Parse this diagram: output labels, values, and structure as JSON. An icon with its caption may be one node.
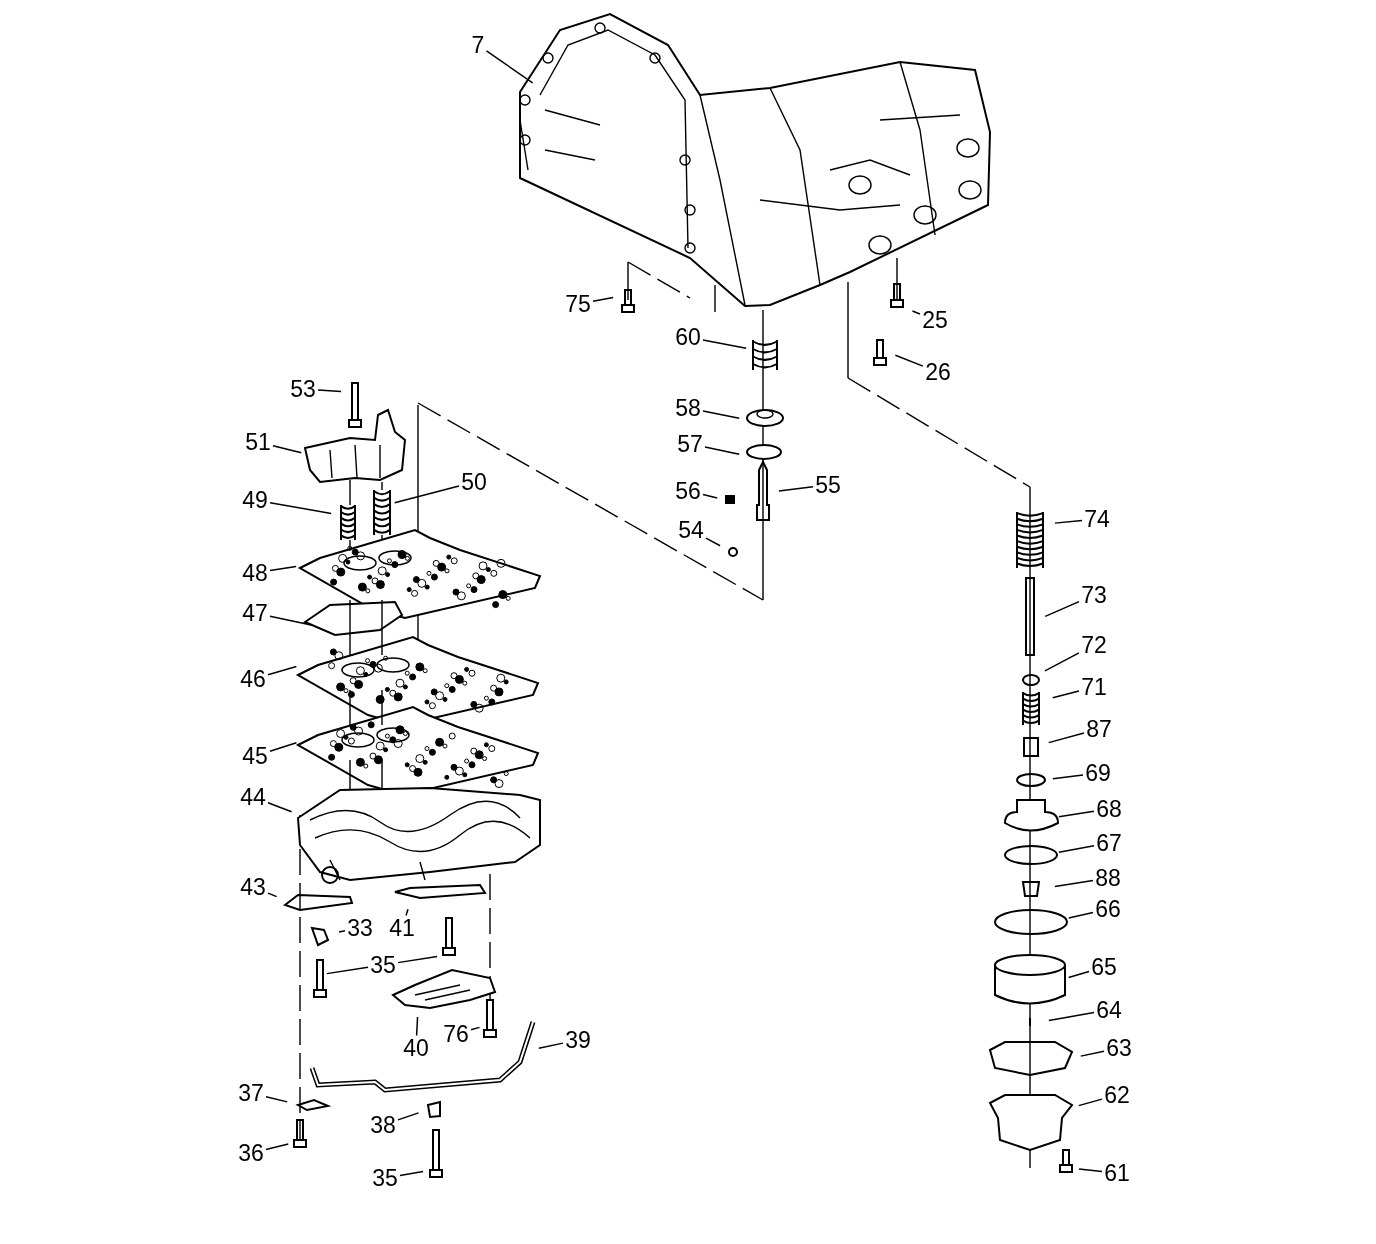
{
  "diagram": {
    "nodes": [
      {
        "text": [
          "7"
        ]
      },
      {
        "text": [
          "75"
        ]
      },
      {
        "text": [
          "25"
        ]
      },
      {
        "text": [
          "60"
        ]
      },
      {
        "text": [
          "26"
        ]
      },
      {
        "text": [
          "53"
        ]
      },
      {
        "text": [
          "58"
        ]
      },
      {
        "text": [
          "51"
        ]
      },
      {
        "text": [
          "57"
        ]
      },
      {
        "text": [
          "50"
        ]
      },
      {
        "text": [
          "56"
        ]
      },
      {
        "text": [
          "55"
        ]
      },
      {
        "text": [
          "49"
        ]
      },
      {
        "text": [
          "74"
        ]
      },
      {
        "text": [
          "54"
        ]
      },
      {
        "text": [
          "48"
        ]
      },
      {
        "text": [
          "73"
        ]
      },
      {
        "text": [
          "47"
        ]
      },
      {
        "text": [
          "72"
        ]
      },
      {
        "text": [
          "46"
        ]
      },
      {
        "text": [
          "71"
        ]
      },
      {
        "text": [
          "87"
        ]
      },
      {
        "text": [
          "45"
        ]
      },
      {
        "text": [
          "69"
        ]
      },
      {
        "text": [
          "44"
        ]
      },
      {
        "text": [
          "68"
        ]
      },
      {
        "text": [
          "67"
        ]
      },
      {
        "text": [
          "88"
        ]
      },
      {
        "text": [
          "43"
        ]
      },
      {
        "text": [
          "66"
        ]
      },
      {
        "text": [
          "33"
        ]
      },
      {
        "text": [
          "41"
        ]
      },
      {
        "text": [
          "35"
        ]
      },
      {
        "text": [
          "65"
        ]
      },
      {
        "text": [
          "64"
        ]
      },
      {
        "text": [
          "76"
        ]
      },
      {
        "text": [
          "39"
        ]
      },
      {
        "text": [
          "40"
        ]
      },
      {
        "text": [
          "63"
        ]
      },
      {
        "text": [
          "37"
        ]
      },
      {
        "text": [
          "62"
        ]
      },
      {
        "text": [
          "38"
        ]
      },
      {
        "text": [
          "36"
        ]
      },
      {
        "text": [
          "61"
        ]
      },
      {
        "text": [
          "35"
        ]
      }
    ],
    "edges": [
      {
        "from": 0,
        "to": null,
        "arrow": "none"
      },
      {
        "from": 1,
        "to": null,
        "arrow": "none"
      },
      {
        "from": 2,
        "to": null,
        "arrow": "none"
      },
      {
        "from": 3,
        "to": null,
        "arrow": "none"
      },
      {
        "from": 4,
        "to": null,
        "arrow": "none"
      },
      {
        "from": 5,
        "to": null,
        "arrow": "none"
      },
      {
        "from": 6,
        "to": null,
        "arrow": "none"
      },
      {
        "from": 7,
        "to": null,
        "arrow": "none"
      },
      {
        "from": 8,
        "to": null,
        "arrow": "none"
      },
      {
        "from": 9,
        "to": null,
        "arrow": "none"
      },
      {
        "from": 10,
        "to": null,
        "arrow": "none"
      },
      {
        "from": 11,
        "to": null,
        "arrow": "none"
      },
      {
        "from": 12,
        "to": null,
        "arrow": "none"
      },
      {
        "from": 13,
        "to": null,
        "arrow": "none"
      },
      {
        "from": 14,
        "to": null,
        "arrow": "none"
      },
      {
        "from": 15,
        "to": null,
        "arrow": "none"
      },
      {
        "from": 16,
        "to": null,
        "arrow": "none"
      },
      {
        "from": 17,
        "to": null,
        "arrow": "none"
      },
      {
        "from": 18,
        "to": null,
        "arrow": "none"
      },
      {
        "from": 19,
        "to": null,
        "arrow": "none"
      },
      {
        "from": 20,
        "to": null,
        "arrow": "none"
      },
      {
        "from": 21,
        "to": null,
        "arrow": "none"
      },
      {
        "from": 22,
        "to": null,
        "arrow": "none"
      },
      {
        "from": 23,
        "to": null,
        "arrow": "none"
      },
      {
        "from": 24,
        "to": null,
        "arrow": "none"
      },
      {
        "from": 25,
        "to": null,
        "arrow": "none"
      },
      {
        "from": 26,
        "to": null,
        "arrow": "none"
      },
      {
        "from": 27,
        "to": null,
        "arrow": "none"
      },
      {
        "from": 28,
        "to": null,
        "arrow": "none"
      },
      {
        "from": 29,
        "to": null,
        "arrow": "none"
      },
      {
        "from": 30,
        "to": null,
        "arrow": "none"
      },
      {
        "from": 31,
        "to": null,
        "arrow": "none"
      },
      {
        "from": 32,
        "to": null,
        "arrow": "none"
      },
      {
        "from": 32,
        "to": null,
        "arrow": "none"
      },
      {
        "from": 33,
        "to": null,
        "arrow": "none"
      },
      {
        "from": 34,
        "to": null,
        "arrow": "none"
      },
      {
        "from": 35,
        "to": null,
        "arrow": "none"
      },
      {
        "from": 36,
        "to": null,
        "arrow": "none"
      },
      {
        "from": 37,
        "to": null,
        "arrow": "none"
      },
      {
        "from": 38,
        "to": null,
        "arrow": "none"
      },
      {
        "from": 39,
        "to": null,
        "arrow": "none"
      },
      {
        "from": 40,
        "to": null,
        "arrow": "none"
      },
      {
        "from": 41,
        "to": null,
        "arrow": "none"
      },
      {
        "from": 42,
        "to": null,
        "arrow": "none"
      },
      {
        "from": 43,
        "to": null,
        "arrow": "none"
      },
      {
        "from": 44,
        "to": null,
        "arrow": "none"
      }
    ]
  }
}
